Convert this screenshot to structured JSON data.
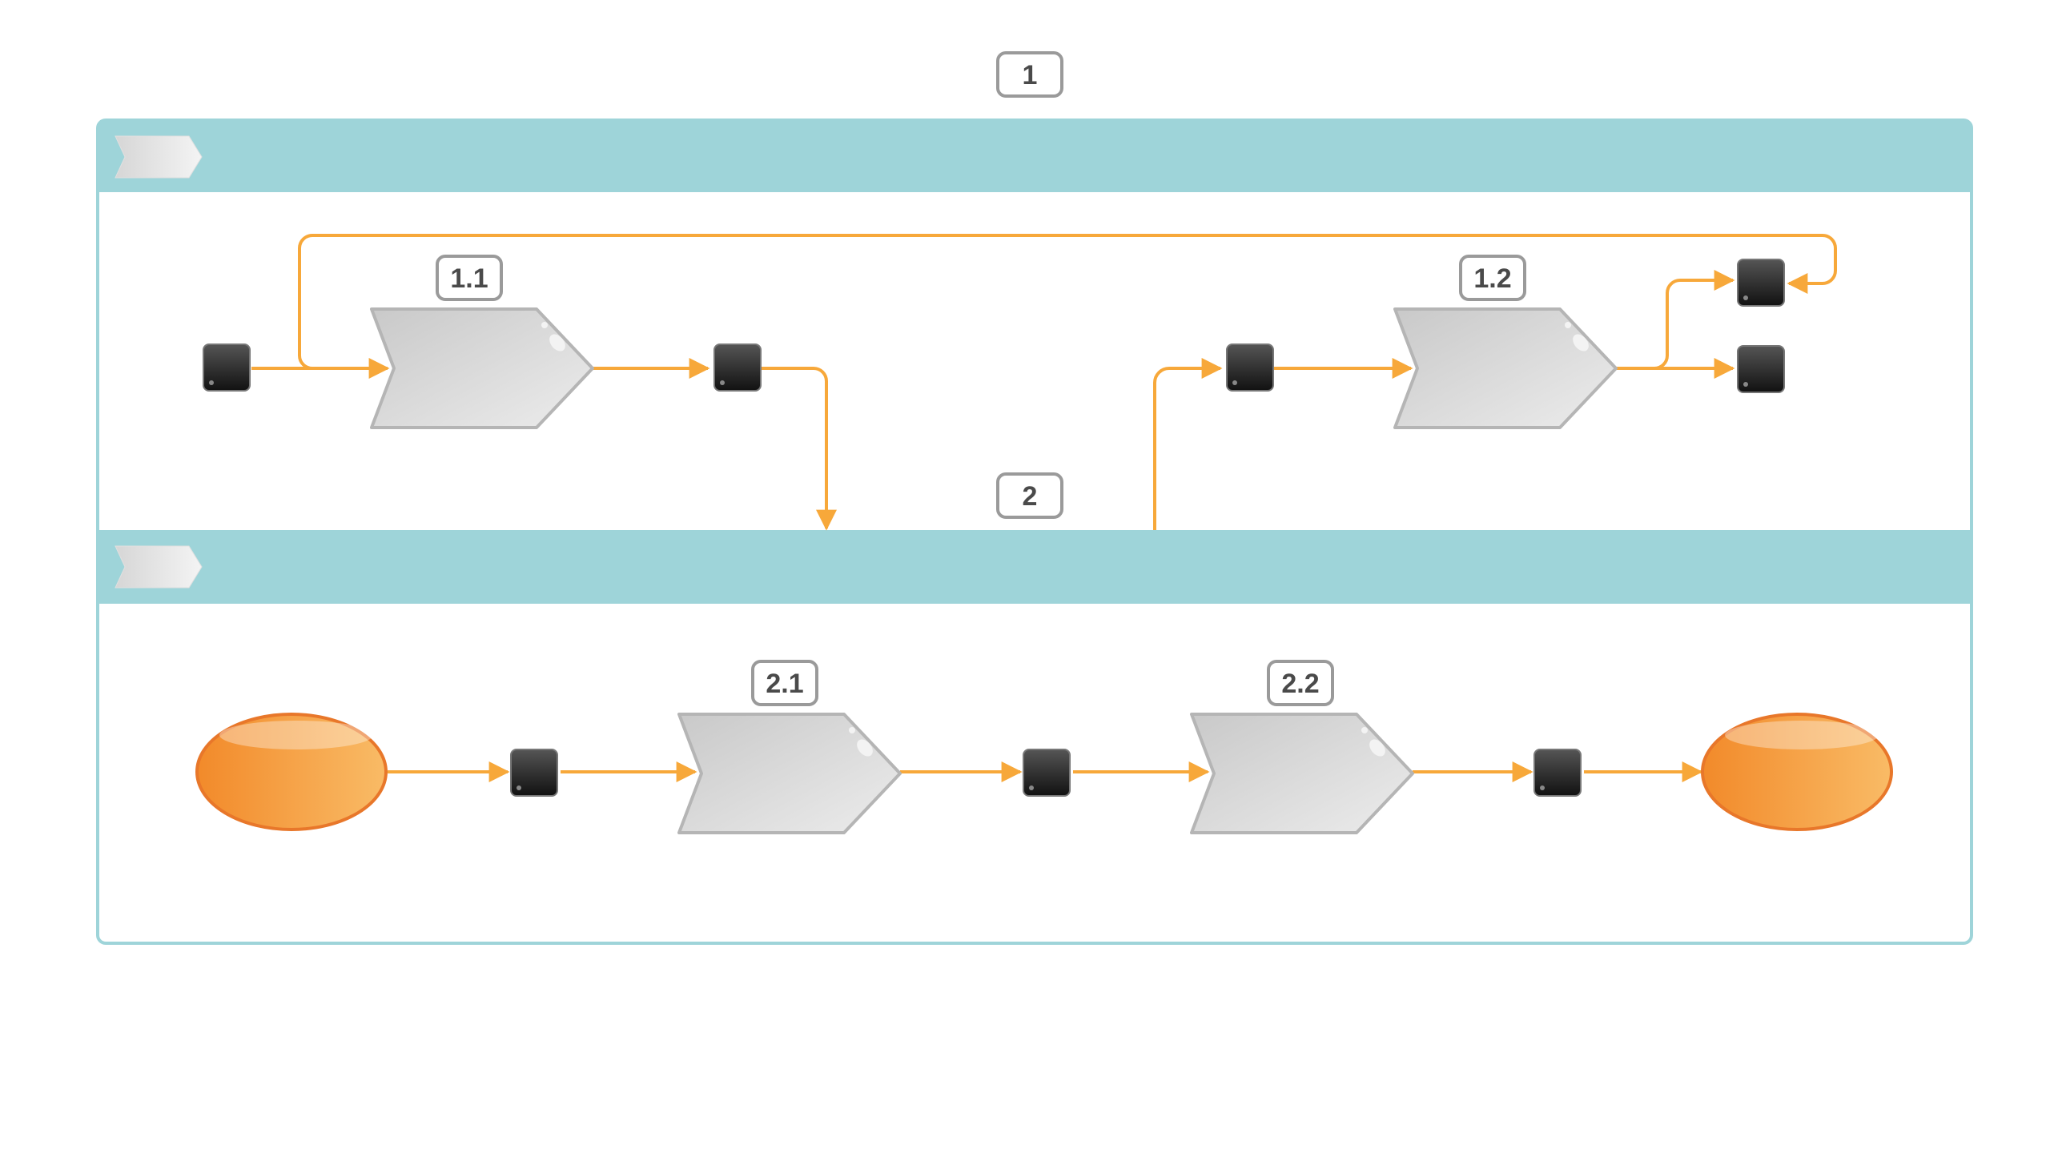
{
  "lanes": [
    {
      "id": "1",
      "label": "1"
    },
    {
      "id": "2",
      "label": "2"
    }
  ],
  "processes": [
    {
      "id": "1.1",
      "label": "1.1",
      "lane": "1"
    },
    {
      "id": "1.2",
      "label": "1.2",
      "lane": "1"
    },
    {
      "id": "2.1",
      "label": "2.1",
      "lane": "2"
    },
    {
      "id": "2.2",
      "label": "2.2",
      "lane": "2"
    }
  ],
  "events": [
    {
      "id": "start",
      "name": "start-event"
    },
    {
      "id": "end",
      "name": "end-event"
    }
  ],
  "colors": {
    "lane_header": "#9ed4d9",
    "lane_border": "#9ed4d9",
    "connector": "#f7a83a",
    "process_fill": "#dcdcdc",
    "process_stroke": "#b5b5b5",
    "event_fill": "#f49a3a",
    "event_stroke": "#e8772a",
    "data_object": "#2a2a2a",
    "label_border": "#9a9a9a",
    "label_text": "#4a4a4a"
  }
}
